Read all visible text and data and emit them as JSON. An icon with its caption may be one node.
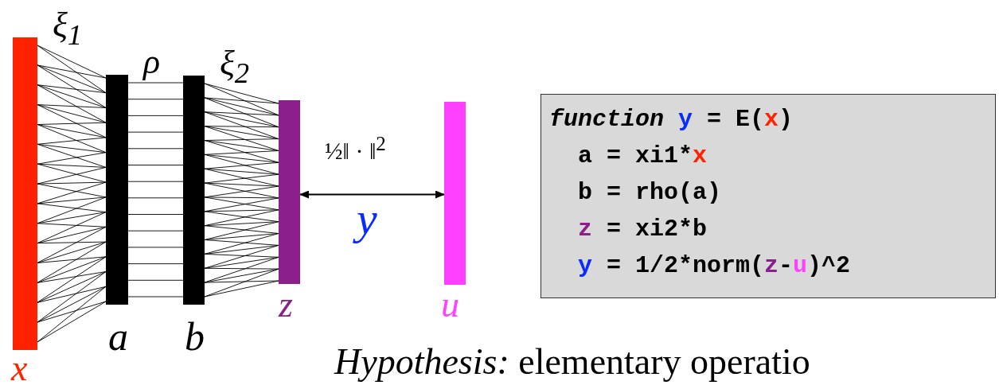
{
  "diagram": {
    "nodes": [
      {
        "text": [],
        "shape": "bar",
        "beside": [
          "x"
        ]
      },
      {
        "text": [],
        "shape": "bar",
        "beside": [
          "a"
        ]
      },
      {
        "text": [],
        "shape": "bar",
        "beside": [
          "b"
        ]
      },
      {
        "text": [],
        "shape": "bar",
        "beside": [
          "z"
        ]
      },
      {
        "text": [],
        "shape": "bar",
        "beside": [
          "u"
        ]
      },
      {
        "text": [
          "*function* y = E(x)",
          "a = xi1*x",
          "b = rho(a)",
          "z = xi2*b",
          "y = 1/2*norm(z-u)^2"
        ]
      }
    ],
    "edges": [
      {
        "from": 0,
        "to": 1,
        "arrow": "none",
        "label": "ξ$_{1}$"
      },
      {
        "from": 1,
        "to": 2,
        "arrow": "none",
        "label": "ρ"
      },
      {
        "from": 2,
        "to": 3,
        "arrow": "none",
        "label": "ξ$_{2}$"
      },
      {
        "from": 3,
        "to": 4,
        "arrow": "both",
        "label": "½‖ · ‖$^{2}$"
      }
    ],
    "labels": [
      "y",
      "*Hypothesis:* elementary operatio"
    ]
  }
}
